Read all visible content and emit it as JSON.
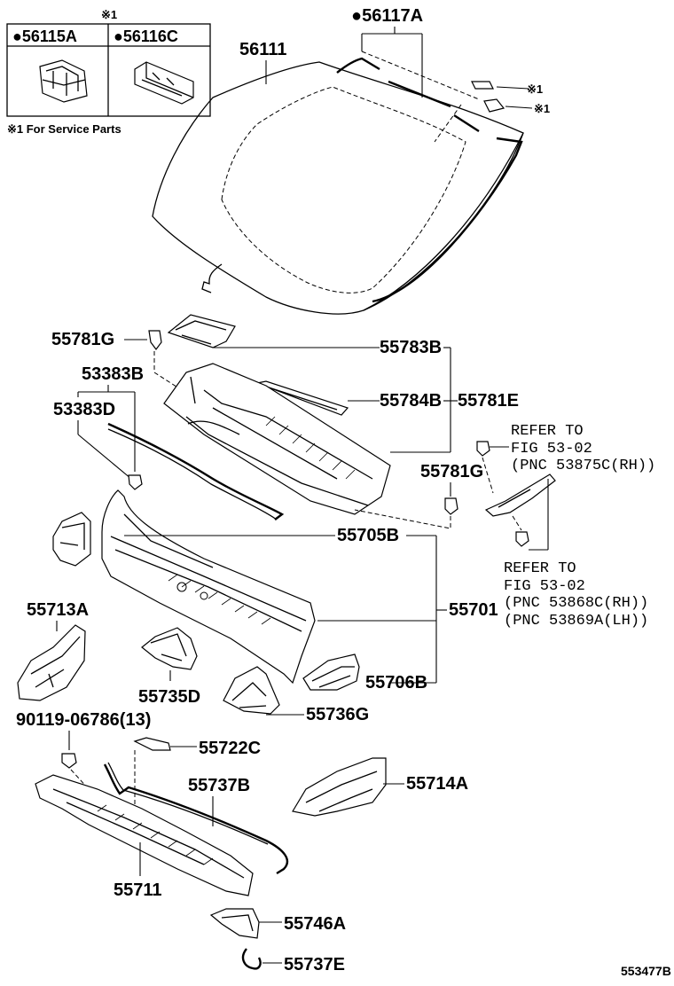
{
  "inset": {
    "marker": "※1",
    "col1": "●56115A",
    "col2": "●56116C",
    "note": "※1 For Service Parts"
  },
  "labels": {
    "p56117A": "●56117A",
    "p56111": "56111",
    "mark1": "※1",
    "mark2": "※1",
    "p55781G_a": "55781G",
    "p55783B": "55783B",
    "p53383B": "53383B",
    "p55784B": "55784B",
    "p55781E": "55781E",
    "p53383D": "53383D",
    "p55781G_b": "55781G",
    "p55705B": "55705B",
    "p55713A": "55713A",
    "p55701": "55701",
    "p55735D": "55735D",
    "p55706B": "55706B",
    "p55736G": "55736G",
    "p90119": "90119-06786(13)",
    "p55722C": "55722C",
    "p55737B": "55737B",
    "p55714A": "55714A",
    "p55711": "55711",
    "p55746A": "55746A",
    "p55737E": "55737E",
    "figure_id": "553477B"
  },
  "refer1": {
    "line1": "REFER TO",
    "line2": "FIG 53-02",
    "line3": "(PNC 53875C(RH))"
  },
  "refer2": {
    "line1": "REFER TO",
    "line2": "FIG 53-02",
    "line3": "(PNC 53868C(RH))",
    "line4": "(PNC 53869A(LH))"
  }
}
